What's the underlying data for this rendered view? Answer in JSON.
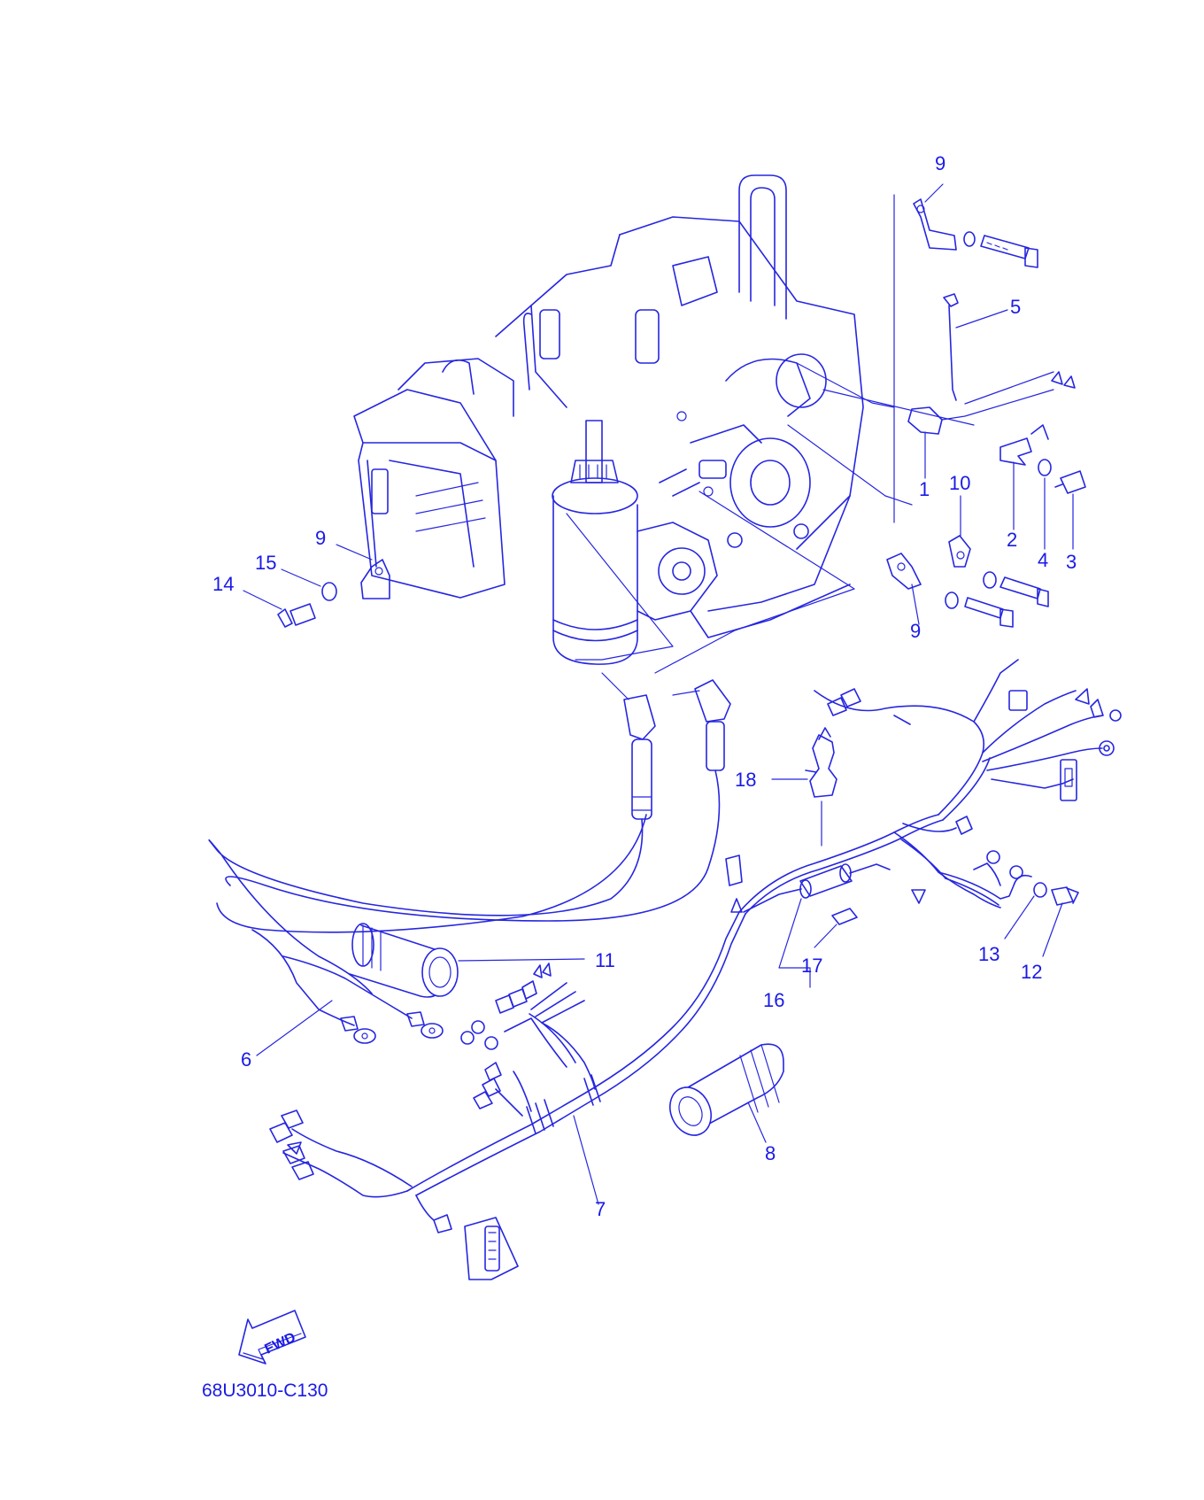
{
  "colors": {
    "line": "#2626e0",
    "text": "#1a1ae6",
    "background": "#ffffff"
  },
  "callouts": {
    "c1": "1",
    "c2": "2",
    "c3": "3",
    "c4": "4",
    "c5": "5",
    "c6": "6",
    "c7": "7",
    "c8": "8",
    "c9a": "9",
    "c9b": "9",
    "c9c": "9",
    "c10": "10",
    "c11": "11",
    "c12": "12",
    "c13": "13",
    "c14": "14",
    "c15": "15",
    "c16": "16",
    "c17": "17",
    "c18": "18"
  },
  "fwd_label": "FWD",
  "diagram_code": "68U3010-C130"
}
